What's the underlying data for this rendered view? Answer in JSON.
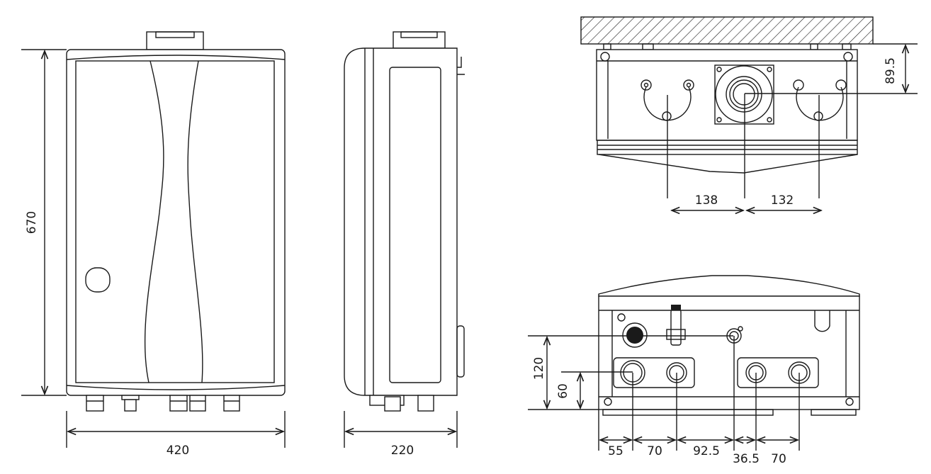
{
  "front_view": {
    "width_label": "420",
    "height_label": "670"
  },
  "side_view": {
    "depth_label": "220"
  },
  "top_view": {
    "wall_offset_label": "89.5",
    "left_spacing_label": "138",
    "right_spacing_label": "132"
  },
  "bottom_view": {
    "height_labels": [
      "120",
      "60"
    ],
    "spacing_labels": [
      "55",
      "70",
      "92.5",
      "36.5",
      "70"
    ]
  }
}
